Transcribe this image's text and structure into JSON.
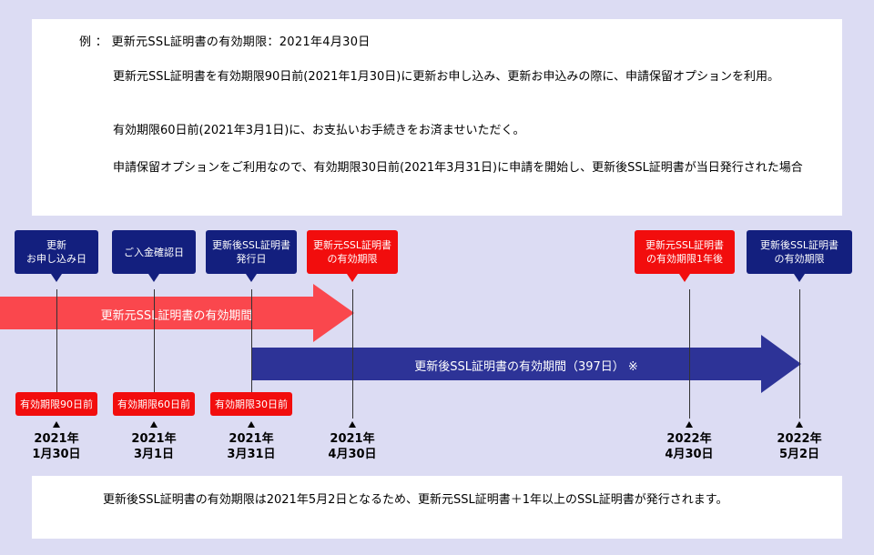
{
  "example": {
    "label": "例 ： 更新元SSL証明書の有効期限：2021年4月30日",
    "paragraphs": [
      "更新元SSL証明書を有効期限90日前(2021年1月30日)に更新お申し込み、更新お申込みの際に、申請保留オプションを利用。",
      "有効期限60日前(2021年3月1日)に、お支払いお手続きをお済ませいただく。",
      "申請保留オプションをご利用なので、有効期限30日前(2021年3月31日)に申請を開始し、更新後SSL証明書が当日発行された場合"
    ]
  },
  "callouts": [
    {
      "text": "更新\nお申し込み日",
      "color": "navy"
    },
    {
      "text": "ご入金確認日",
      "color": "navy"
    },
    {
      "text": "更新後SSL証明書\n発行日",
      "color": "navy"
    },
    {
      "text": "更新元SSL証明書\nの有効期限",
      "color": "red"
    },
    {
      "text": "更新元SSL証明書\nの有効期限1年後",
      "color": "red"
    },
    {
      "text": "更新後SSL証明書\nの有効期限",
      "color": "navy"
    }
  ],
  "arrows": {
    "original": "更新元SSL証明書の有効期間",
    "renewed": "更新後SSL証明書の有効期間（397日） ※"
  },
  "badges": [
    "有効期限90日前",
    "有効期限60日前",
    "有効期限30日前"
  ],
  "dates": [
    {
      "year": "2021年",
      "day": "1月30日"
    },
    {
      "year": "2021年",
      "day": "3月1日"
    },
    {
      "year": "2021年",
      "day": "3月31日"
    },
    {
      "year": "2021年",
      "day": "4月30日"
    },
    {
      "year": "2022年",
      "day": "4月30日"
    },
    {
      "year": "2022年",
      "day": "5月2日"
    }
  ],
  "conclusion": "更新後SSL証明書の有効期限は2021年5月2日となるため、更新元SSL証明書＋1年以上のSSL証明書が発行されます。",
  "colors": {
    "navy": "#131f7e",
    "red": "#f20d0d",
    "arrow_red": "#fa474d",
    "arrow_navy": "#2d3397",
    "background": "#dcdcf3"
  }
}
